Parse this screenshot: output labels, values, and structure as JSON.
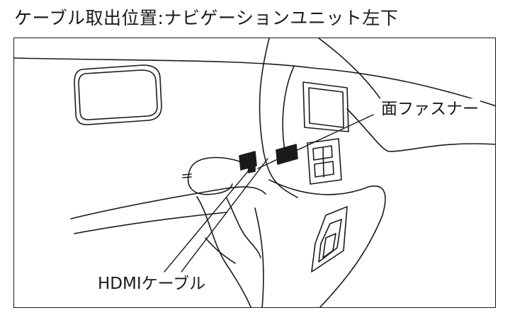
{
  "title": "ケーブル取出位置:ナビゲーションユニット左下",
  "callouts": {
    "fastener": "面ファスナー",
    "hdmi_cable": "HDMIケーブル"
  },
  "colors": {
    "line": "#1a1a1a",
    "background": "#ffffff"
  }
}
